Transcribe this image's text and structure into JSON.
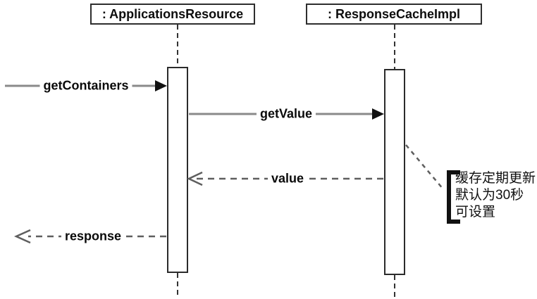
{
  "diagram": {
    "type": "uml-sequence",
    "lifelines": [
      {
        "label": ": ApplicationsResource"
      },
      {
        "label": ": ResponseCacheImpl"
      }
    ],
    "messages": [
      {
        "label": "getContainers",
        "from": "external",
        "to": ": ApplicationsResource",
        "style": "solid-call"
      },
      {
        "label": "getValue",
        "from": ": ApplicationsResource",
        "to": ": ResponseCacheImpl",
        "style": "solid-call"
      },
      {
        "label": "value",
        "from": ": ResponseCacheImpl",
        "to": ": ApplicationsResource",
        "style": "dashed-return"
      },
      {
        "label": "response",
        "from": ": ApplicationsResource",
        "to": "external",
        "style": "dashed-return"
      }
    ],
    "note": {
      "attached_to": ": ResponseCacheImpl",
      "lines": [
        "缓存定期更新",
        "默认为30秒",
        "可设置"
      ]
    },
    "colors": {
      "background": "#ffffff",
      "border": "#2b2b2b",
      "solid_line": "#8a8a8a",
      "dashed_line": "#5e5e5e",
      "arrowhead": "#111111",
      "text": "#0a0a0a"
    }
  }
}
